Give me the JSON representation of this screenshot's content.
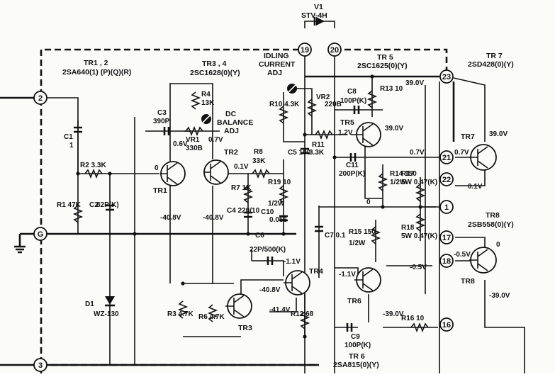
{
  "terminals": [
    {
      "id": "t2",
      "label": "2"
    },
    {
      "id": "tG",
      "label": "G"
    },
    {
      "id": "t3",
      "label": "3"
    },
    {
      "id": "t19",
      "label": "19"
    },
    {
      "id": "t20",
      "label": "20"
    },
    {
      "id": "t23",
      "label": "23"
    },
    {
      "id": "t21",
      "label": "21"
    },
    {
      "id": "t22",
      "label": "22"
    },
    {
      "id": "t1",
      "label": "1"
    },
    {
      "id": "t17",
      "label": "17"
    },
    {
      "id": "t18",
      "label": "18"
    },
    {
      "id": "t16",
      "label": "16"
    }
  ],
  "headers": {
    "tr12": "TR1 , 2",
    "tr12_part": "2SA640(1) (P)(Q)(R)",
    "tr34": "TR3 , 4",
    "tr34_part": "2SC1628(0)(Y)",
    "tr5": "TR 5",
    "tr5_part": "2SC1625(0)(Y)",
    "tr7": "TR 7",
    "tr7_part": "2SD428(0)(Y)",
    "tr8": "TR8",
    "tr8_part": "2SB558(0)(Y)",
    "tr6": "TR 6",
    "tr6_part": "2SA815(0)(Y)",
    "v1": "V1",
    "v1_part": "STV-4H",
    "idling1": "IDLING",
    "idling2": "CURRENT",
    "idling3": "ADJ",
    "dc1": "DC",
    "dc2": "BALANCE",
    "dc3": "ADJ"
  },
  "components": {
    "c1a": "C1",
    "c1b": "1",
    "r2": "R2 3.3K",
    "r1": "R1 47K",
    "c2": "C2",
    "c2v": "82P(K)",
    "d1": "D1",
    "d1v": "WZ-130",
    "c3": "C3",
    "c3v": "390P",
    "r4": "R4",
    "r4v": "13K",
    "vr1": "VR1",
    "vr1v": "330B",
    "r8": "R8",
    "r8v": "33K",
    "r7": "R7 1K",
    "c4": "C4 220/10",
    "r19": "R19 10",
    "r19w": "1/2W",
    "c10": "C10",
    "c10v": "0.056",
    "c6": "C6",
    "c6v": "22P/500(K)",
    "r10": "R10 4.3K",
    "vr2": "VR2",
    "vr2v": "220B",
    "c5": "C5 100",
    "c8": "C8",
    "c8v": "100P(K)",
    "r13": "R13 10",
    "r11": "R11",
    "r11v": "3.3K",
    "c11": "C11",
    "c11v": "200P(K)",
    "r14": "R14 150",
    "r14w": "1/2W",
    "r17": "R17",
    "r17v": "5W 0.47(K)",
    "r18": "R18",
    "r18v": "5W 0.47(K)",
    "c7": "C7 0.1",
    "r15": "R15 150",
    "r15w": "1/2W",
    "r3": "R3 4.7K",
    "r6": "R6 4.7K",
    "r12": "R12 68",
    "c9": "C9",
    "c9v": "100P(K)",
    "r16": "R16 10"
  },
  "transistors": {
    "tr1": "TR1",
    "tr2": "TR2",
    "tr3": "TR3",
    "tr4": "TR4",
    "tr5": "TR5",
    "tr6": "TR6",
    "tr7": "TR7",
    "tr8": "TR8"
  },
  "voltages": {
    "v_0a": "0",
    "v_06": "0.6V",
    "v_07": "0.7V",
    "v_01a": "0.1V",
    "v_m408a": "-40.8V",
    "v_m408b": "-40.8V",
    "v_12": "1.2V",
    "v_390a": "39.0V",
    "v_390b": "39.0V",
    "v_390c": "39.0V",
    "v_07b": "0.7V",
    "v_07c": "0.7V",
    "v_01b": "0.1V",
    "v_0b": "0",
    "v_m11a": "-1.1V",
    "v_m408c": "-40.8V",
    "v_m414": "-41.4V",
    "v_m11b": "-1.1V",
    "v_m390a": "-39.0V",
    "v_m05a": "-0.5V",
    "v_m05b": "-0.5V",
    "v_0c": "0",
    "v_m390b": "-39.0V"
  }
}
